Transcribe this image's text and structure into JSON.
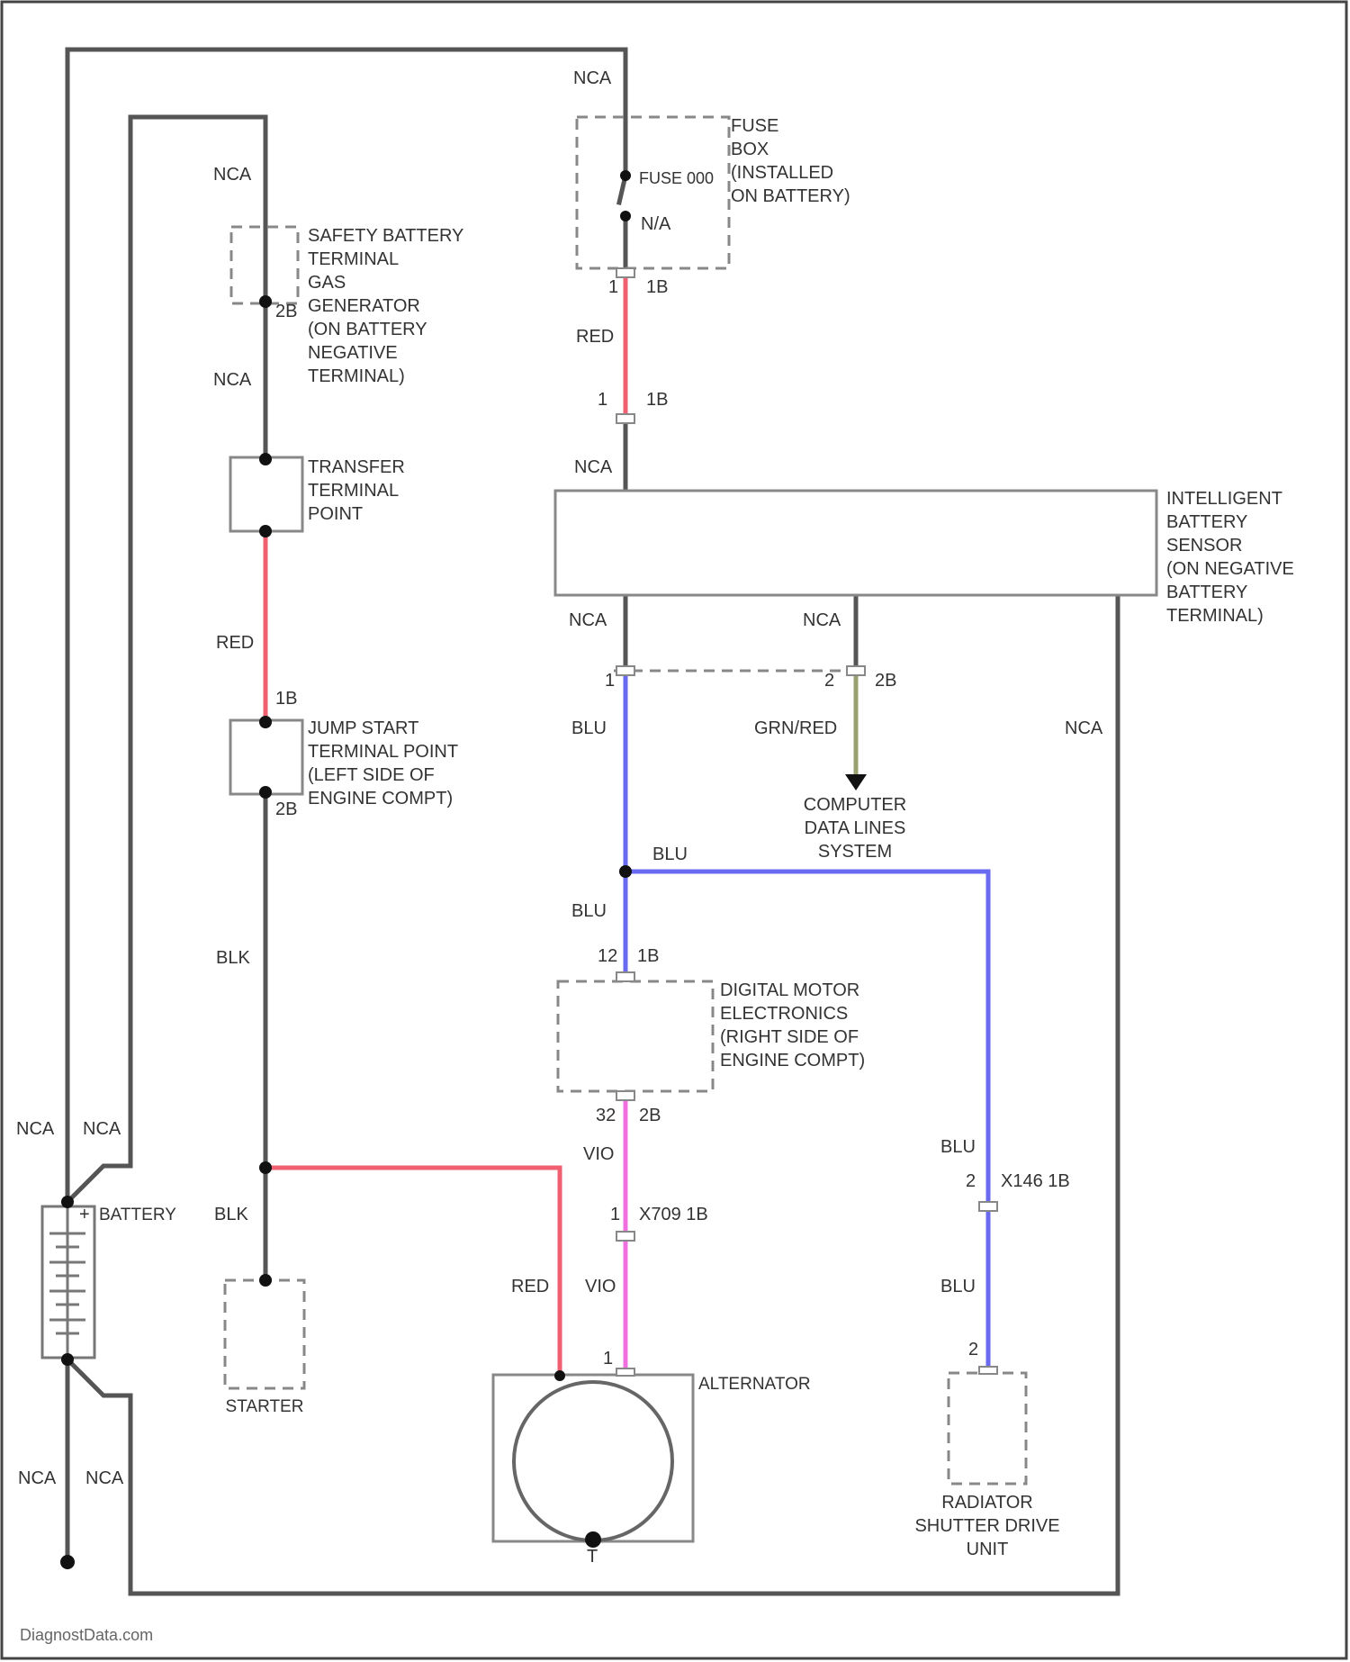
{
  "colors": {
    "wire_black": "#555555",
    "wire_red": "#f06070",
    "wire_blue": "#6a6af0",
    "wire_violet": "#f070e0",
    "wire_grn_red": "#9aa070",
    "outline": "#888888"
  },
  "wire_labels": {
    "nca_top": "NCA",
    "nca_left_top": "NCA",
    "nca_left_mid": "NCA",
    "red_left": "RED",
    "blk_left": "BLK",
    "blk_starter": "BLK",
    "red_fuse": "RED",
    "nca_ibs_in": "NCA",
    "nca_ibs_out1": "NCA",
    "nca_ibs_out2": "NCA",
    "nca_right": "NCA",
    "blu_1": "BLU",
    "grn_red": "GRN/RED",
    "blu_2": "BLU",
    "blu_3": "BLU",
    "vio_1": "VIO",
    "vio_2": "VIO",
    "red_alt": "RED",
    "blu_4": "BLU",
    "blu_5": "BLU",
    "nca_batt_tl": "NCA",
    "nca_batt_tr": "NCA",
    "nca_batt_bl": "NCA",
    "nca_batt_br": "NCA"
  },
  "pins": {
    "fuse_n": "N/A",
    "fuse_out_pin": "1",
    "fuse_out_type": "1B",
    "ibs_in_pin": "1",
    "ibs_in_type": "1B",
    "safety_type": "2B",
    "transfer_type": "1B",
    "jump_type": "2B",
    "ibs_out1_pin": "1",
    "ibs_out2_pin": "2",
    "ibs_out2_type": "2B",
    "dme_in_pin": "12",
    "dme_in_type": "1B",
    "dme_out_pin": "32",
    "dme_out_type": "2B",
    "x709_pin": "1",
    "x709_label": "X709 1B",
    "alt_pin": "1",
    "x146_pin": "2",
    "x146_label": "X146 1B",
    "shutter_pin": "2",
    "batt_plus": "+",
    "alt_ground": "T"
  },
  "components": {
    "fuse_box": [
      "FUSE",
      "BOX",
      "(INSTALLED",
      "ON BATTERY)"
    ],
    "fuse_label": "FUSE 000",
    "safety_terminal": [
      "SAFETY BATTERY",
      "TERMINAL",
      "GAS",
      "GENERATOR",
      "(ON BATTERY",
      "NEGATIVE",
      "TERMINAL)"
    ],
    "transfer_point": [
      "TRANSFER",
      "TERMINAL",
      "POINT"
    ],
    "jump_start": [
      "JUMP START",
      "TERMINAL POINT",
      "(LEFT SIDE OF",
      "ENGINE COMPT)"
    ],
    "ibs": [
      "INTELLIGENT",
      "BATTERY",
      "SENSOR",
      "(ON NEGATIVE",
      "BATTERY",
      "TERMINAL)"
    ],
    "data_lines": [
      "COMPUTER",
      "DATA LINES",
      "SYSTEM"
    ],
    "dme": [
      "DIGITAL MOTOR",
      "ELECTRONICS",
      "(RIGHT SIDE OF",
      "ENGINE COMPT)"
    ],
    "battery": "BATTERY",
    "starter": "STARTER",
    "alternator": "ALTERNATOR",
    "shutter": [
      "RADIATOR",
      "SHUTTER DRIVE",
      "UNIT"
    ]
  },
  "footer": "DiagnostData.com"
}
